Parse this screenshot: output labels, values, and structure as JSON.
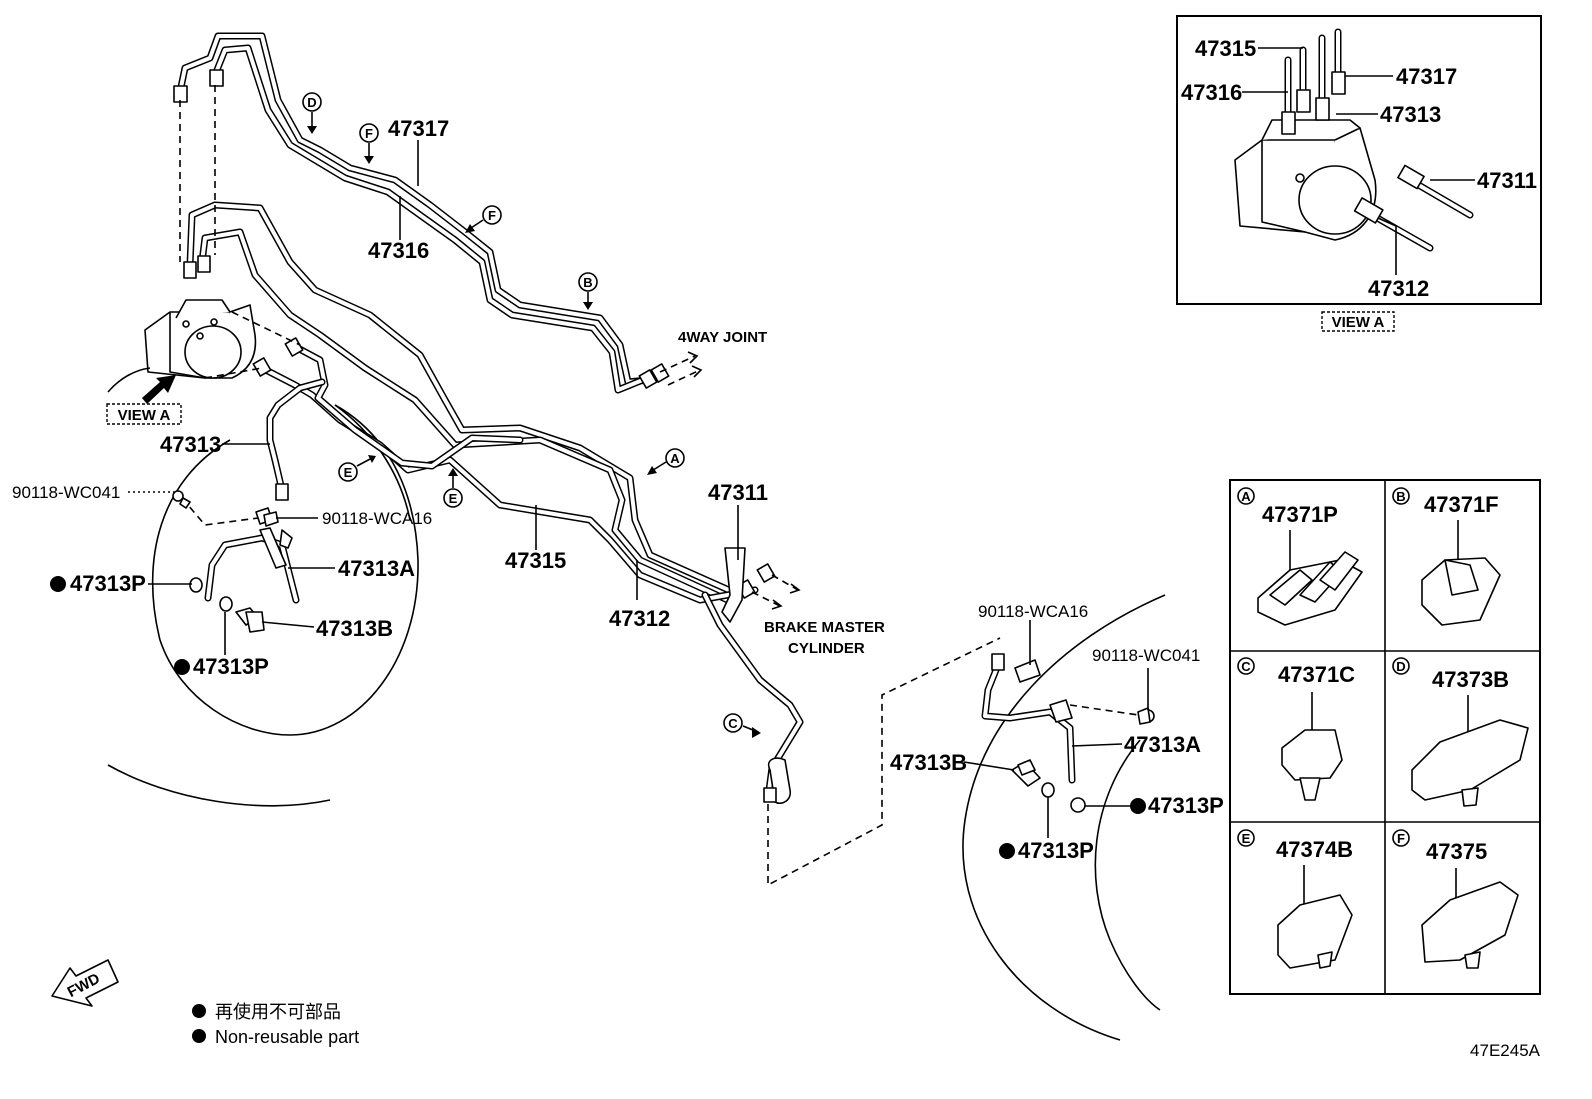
{
  "parts": {
    "p47315_main": "47315",
    "p47317_main": "47317",
    "p47316_main": "47316",
    "p47313_main": "47313",
    "p47312_main": "47312",
    "p47311_main": "47311",
    "p90118_wc041_left": "90118-WC041",
    "p90118_wca16_left": "90118-WCA16",
    "p47313a_left": "47313A",
    "p47313b_left": "47313B",
    "p47313p_left_1": "47313P",
    "p47313p_left_2": "47313P",
    "p90118_wca16_right": "90118-WCA16",
    "p90118_wc041_right": "90118-WC041",
    "p47313a_right": "47313A",
    "p47313b_right": "47313B",
    "p47313p_right_1": "47313P",
    "p47313p_right_2": "47313P"
  },
  "view_a": {
    "title": "VIEW A",
    "labels": [
      "47315",
      "47316",
      "47317",
      "47313",
      "47311",
      "47312"
    ]
  },
  "main_view_a_tag": "VIEW A",
  "callouts": {
    "four_way_joint": "4WAY JOINT",
    "brake_master_line1": "BRAKE MASTER",
    "brake_master_line2": "CYLINDER"
  },
  "clip_markers": [
    "D",
    "F",
    "F",
    "B",
    "A",
    "E",
    "E",
    "C"
  ],
  "clip_table": [
    {
      "letter": "A",
      "part": "47371P"
    },
    {
      "letter": "B",
      "part": "47371F"
    },
    {
      "letter": "C",
      "part": "47371C"
    },
    {
      "letter": "D",
      "part": "47373B"
    },
    {
      "letter": "E",
      "part": "47374B"
    },
    {
      "letter": "F",
      "part": "47375"
    }
  ],
  "legend": {
    "line1": "再使用不可部品",
    "line2": "Non-reusable part"
  },
  "fwd": "FWD",
  "diagram_code": "47E245A"
}
